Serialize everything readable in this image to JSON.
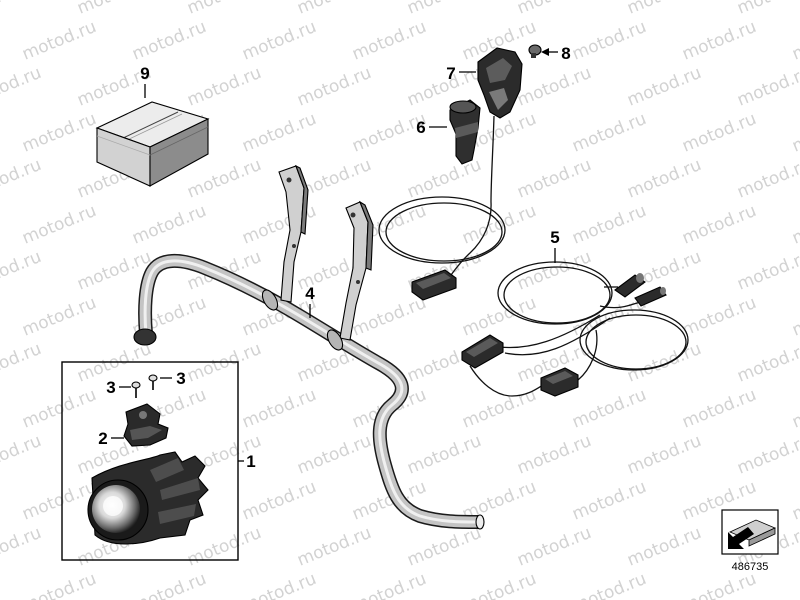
{
  "watermark": "motod.ru",
  "callouts": {
    "part_1": "1",
    "part_2": "2",
    "part_3_left": "3",
    "part_3_right": "3",
    "part_4": "4",
    "part_5": "5",
    "part_6": "6",
    "part_7": "7",
    "part_8": "8",
    "part_9": "9"
  },
  "diagram_number": "486735",
  "icons": {
    "view_indicator": "cut-view-arrow-icon"
  },
  "colors": {
    "background": "#ffffff",
    "line": "#000000",
    "part_dark": "#2b2b2b",
    "tube": "#c8c8c8",
    "watermark": "#d2d2d2"
  }
}
